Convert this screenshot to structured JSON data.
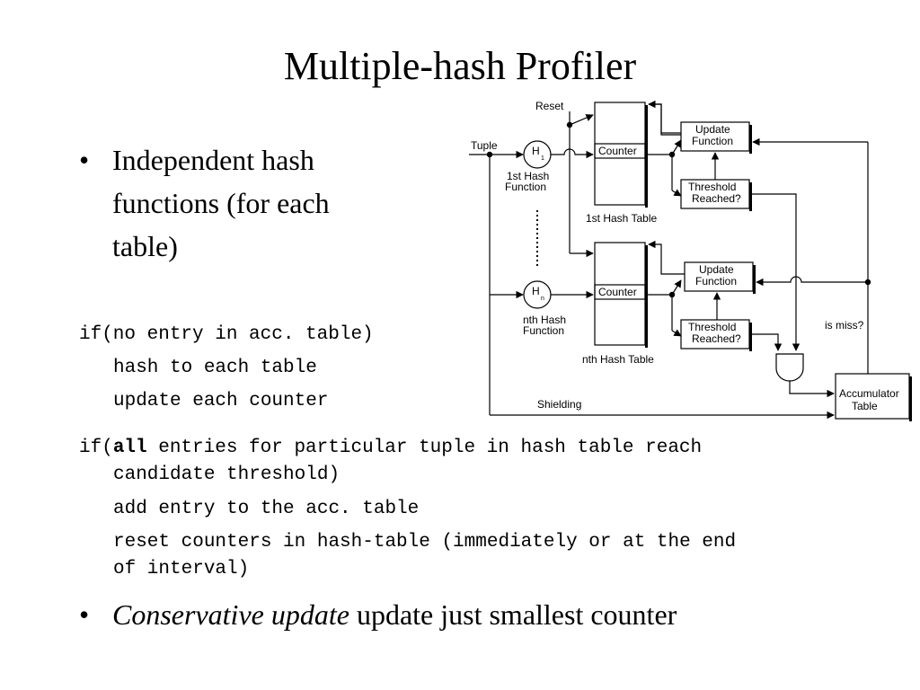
{
  "title": "Multiple-hash Profiler",
  "bullets": {
    "first": "Independent hash functions (for each table)",
    "second_italic": "Conservative update",
    "second_rest": " update just smallest counter"
  },
  "code": {
    "line1": "if(no entry in acc. table)",
    "line2": "hash to each table",
    "line3": "update each counter",
    "line4_prefix": "if(",
    "line4_bold": "all",
    "line4_suffix": " entries for particular tuple in hash table reach",
    "line5": "candidate threshold)",
    "line6": "add entry to the acc. table",
    "line7": "reset counters in hash-table (immediately or at the end",
    "line8": "of interval)"
  },
  "diagram": {
    "reset": "Reset",
    "tuple": "Tuple",
    "h1": "H",
    "h1_sub": "1",
    "hn": "H",
    "hn_sub": "n",
    "fn1_line1": "1st Hash",
    "fn1_line2": "Function",
    "fnn_line1": "nth Hash",
    "fnn_line2": "Function",
    "counter1": "Counter",
    "countern": "Counter",
    "table1": "1st Hash Table",
    "tablen": "nth Hash Table",
    "update1_line1": "Update",
    "update1_line2": "Function",
    "updaten_line1": "Update",
    "updaten_line2": "Function",
    "thresh1_line1": "Threshold",
    "thresh1_line2": "Reached?",
    "threshn_line1": "Threshold",
    "threshn_line2": "Reached?",
    "is_miss": "is miss?",
    "shielding": "Shielding",
    "acc_line1": "Accumulator",
    "acc_line2": "Table"
  }
}
